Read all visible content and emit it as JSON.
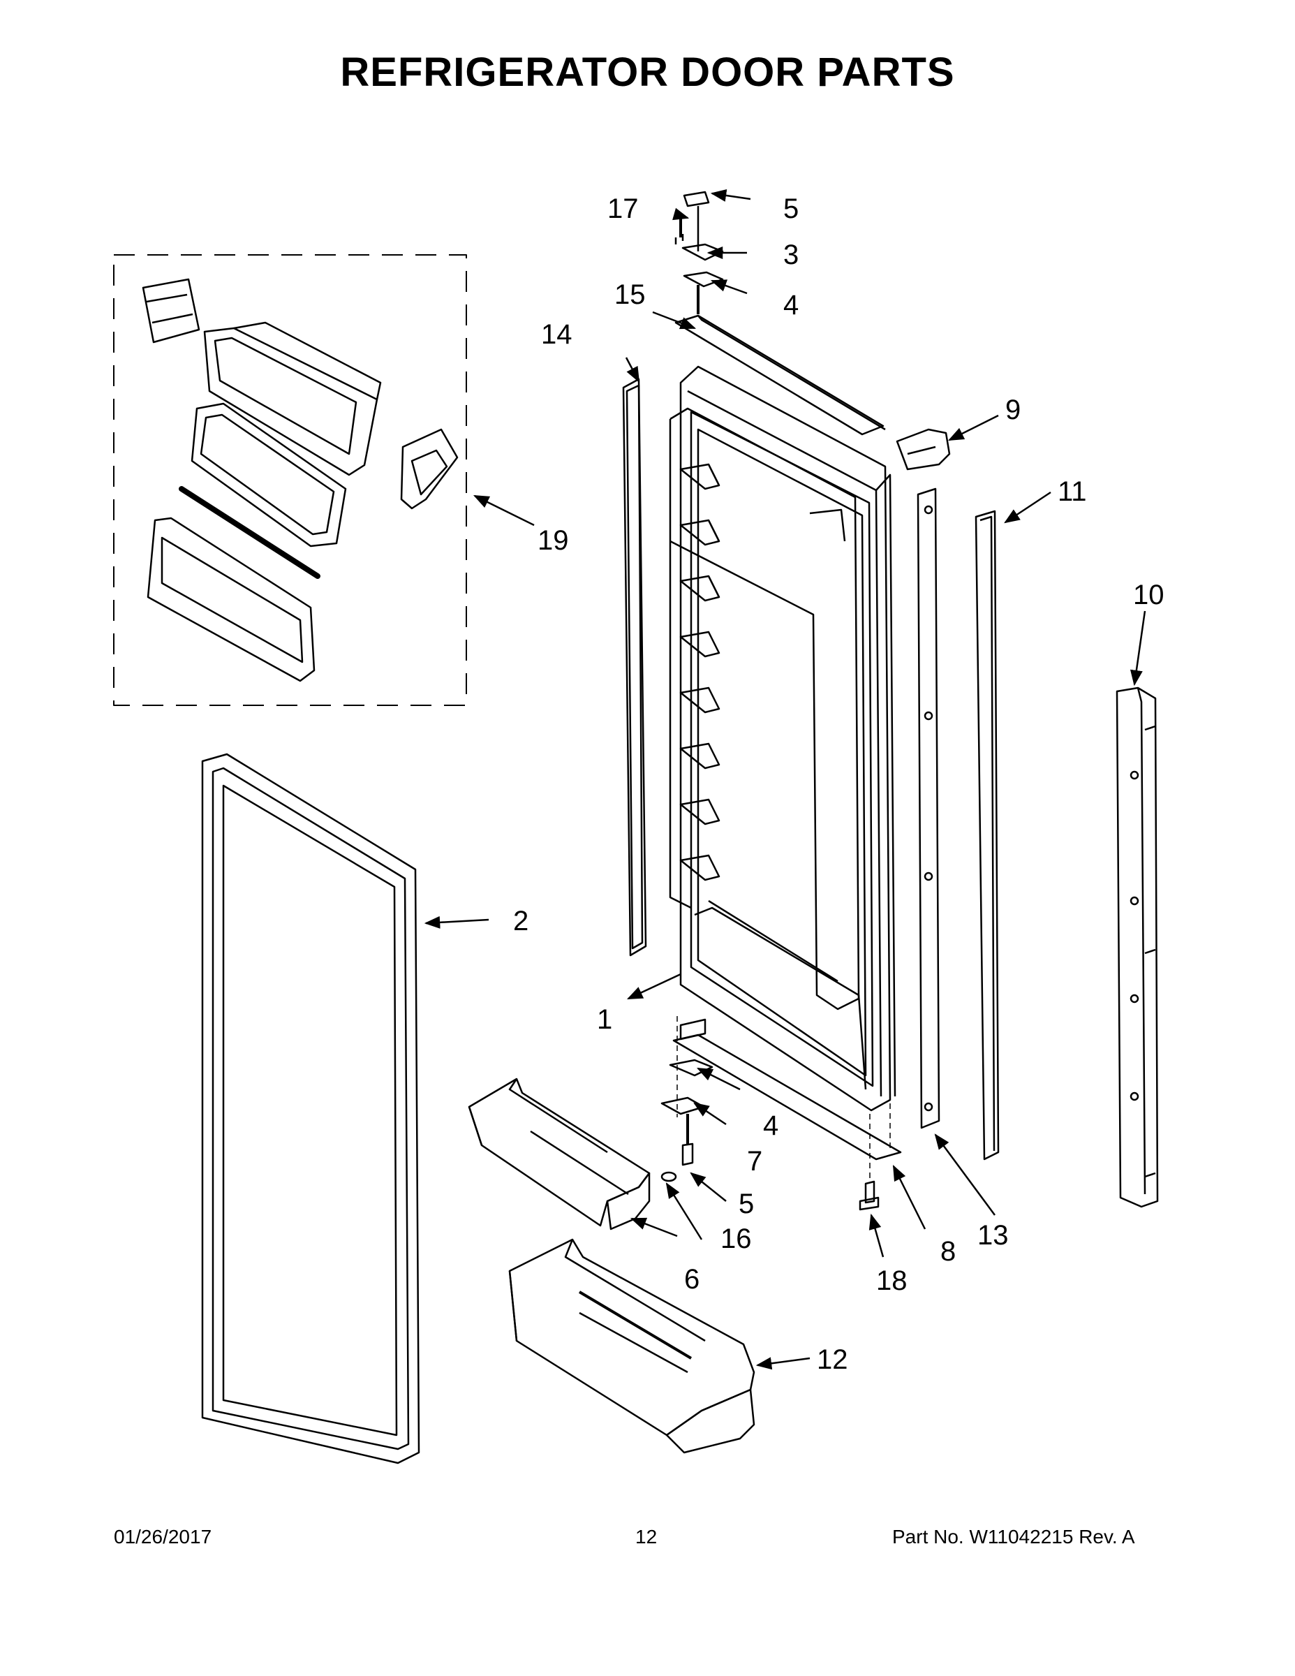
{
  "title": "REFRIGERATOR DOOR PARTS",
  "callouts": {
    "c1": "1",
    "c2": "2",
    "c3": "3",
    "c4a": "4",
    "c4b": "4",
    "c5a": "5",
    "c5b": "5",
    "c6": "6",
    "c7": "7",
    "c8": "8",
    "c9": "9",
    "c10": "10",
    "c11": "11",
    "c12": "12",
    "c13": "13",
    "c14": "14",
    "c15": "15",
    "c16": "16",
    "c17": "17",
    "c18": "18",
    "c19": "19"
  },
  "footer": {
    "date": "01/26/2017",
    "page": "12",
    "part": "Part No.  W11042215  Rev.  A"
  }
}
